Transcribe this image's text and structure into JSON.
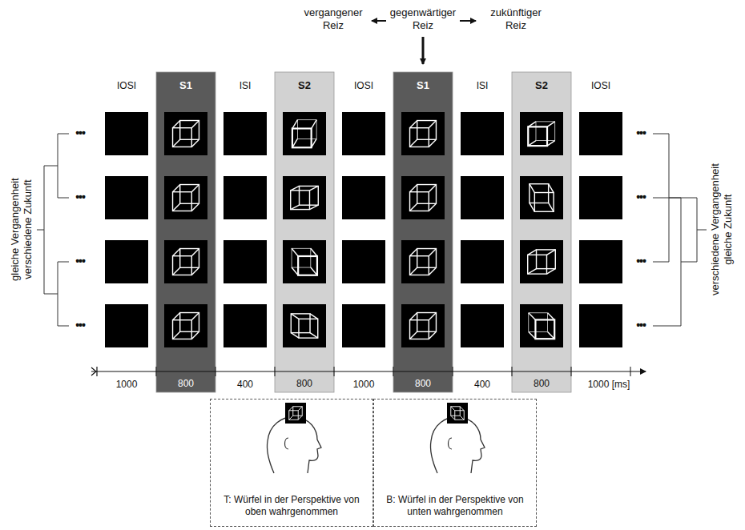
{
  "diagram": {
    "nodes": [
      {
        "text": [
          "S1",
          "800"
        ]
      },
      {
        "text": [
          "S2",
          "800"
        ]
      },
      {
        "text": [
          "S1",
          "800"
        ]
      },
      {
        "text": [
          "S2",
          "800"
        ]
      },
      {
        "text": [
          "T: Würfel in der Perspektive von oben wahrgenommen"
        ]
      },
      {
        "text": [
          "B: Würfel in der Perspektive von unten wahrgenommen"
        ]
      }
    ],
    "labels": [
      "vergangener Reiz",
      "gegenwärtiger Reiz",
      "zukünftiger Reiz",
      "IOSI",
      "ISI",
      "IOSI",
      "ISI",
      "IOSI",
      "•••",
      "•••",
      "•••",
      "•••",
      "•••",
      "•••",
      "•••",
      "•••",
      "1000",
      "400",
      "1000",
      "400",
      "1000 [ms]",
      "gleiche Vergangenheit verschiedene Zukunft",
      "verschiedene Vergangenheit gleiche Zukunft"
    ]
  }
}
